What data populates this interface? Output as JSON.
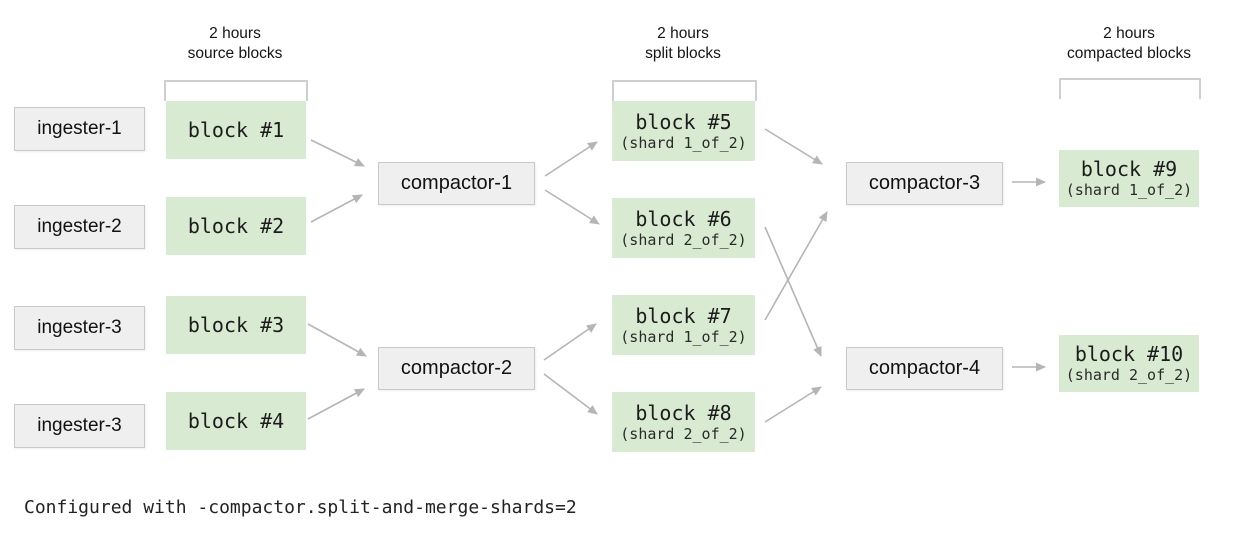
{
  "diagram": {
    "column_headers": [
      {
        "line1": "2 hours",
        "line2": "source blocks"
      },
      {
        "line1": "2 hours",
        "line2": "split blocks"
      },
      {
        "line1": "2 hours",
        "line2": "compacted blocks"
      }
    ],
    "ingesters": [
      "ingester-1",
      "ingester-2",
      "ingester-3",
      "ingester-3"
    ],
    "source_blocks": [
      "block #1",
      "block #2",
      "block #3",
      "block #4"
    ],
    "stage1_compactors": [
      "compactor-1",
      "compactor-2"
    ],
    "split_blocks": [
      {
        "name": "block #5",
        "shard": "(shard 1_of_2)"
      },
      {
        "name": "block #6",
        "shard": "(shard 2_of_2)"
      },
      {
        "name": "block #7",
        "shard": "(shard 1_of_2)"
      },
      {
        "name": "block #8",
        "shard": "(shard 2_of_2)"
      }
    ],
    "stage2_compactors": [
      "compactor-3",
      "compactor-4"
    ],
    "compacted_blocks": [
      {
        "name": "block #9",
        "shard": "(shard 1_of_2)"
      },
      {
        "name": "block #10",
        "shard": "(shard 2_of_2)"
      }
    ],
    "caption": "Configured with -compactor.split-and-merge-shards=2",
    "colors": {
      "block_green": "#d9ead3",
      "box_gray": "#efefef",
      "box_border": "#c9c9c9",
      "arrow_gray": "#b5b5b5",
      "bracket_gray": "#cfcfcf"
    }
  }
}
